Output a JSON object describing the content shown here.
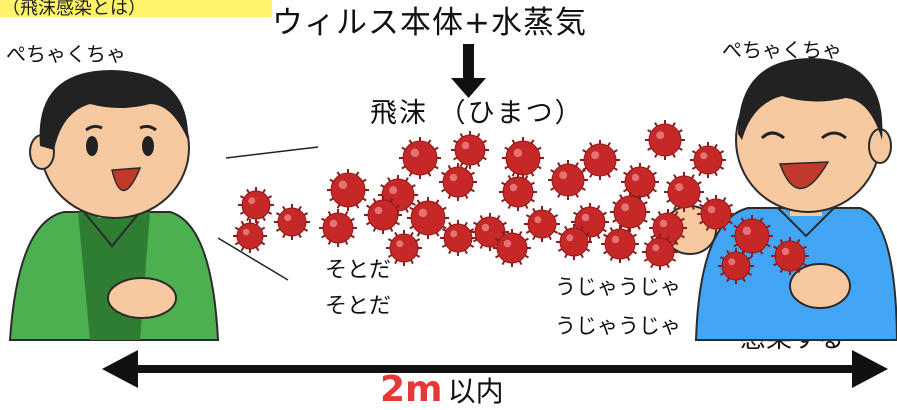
{
  "header_tag": "（飛沫感染とは）",
  "top_label": "ウィルス本体+水蒸気",
  "droplet_label": "飛沫 （ひまつ）",
  "left_speaker_label": "ぺちゃくちゃ",
  "right_speaker_label": "ぺちゃくちゃ",
  "left_murmur": [
    "そとだ",
    "そとだ"
  ],
  "right_murmur": [
    "うじゃうじゃ",
    "うじゃうじゃ"
  ],
  "infected_label": "感染する",
  "distance": {
    "value": "2m",
    "suffix": "以内"
  },
  "colors": {
    "virus_fill": "#c62828",
    "virus_spike": "#8e1b1b",
    "left_shirt": "#4caf50",
    "left_inner": "#2e7d32",
    "right_shirt": "#42a5f5",
    "skin": "#f6c9a0",
    "hair": "#222222",
    "distance_red": "#e53935",
    "highlight": "#fff36b"
  },
  "icons": [
    "down-arrow-icon",
    "double-headed-arrow-icon"
  ]
}
